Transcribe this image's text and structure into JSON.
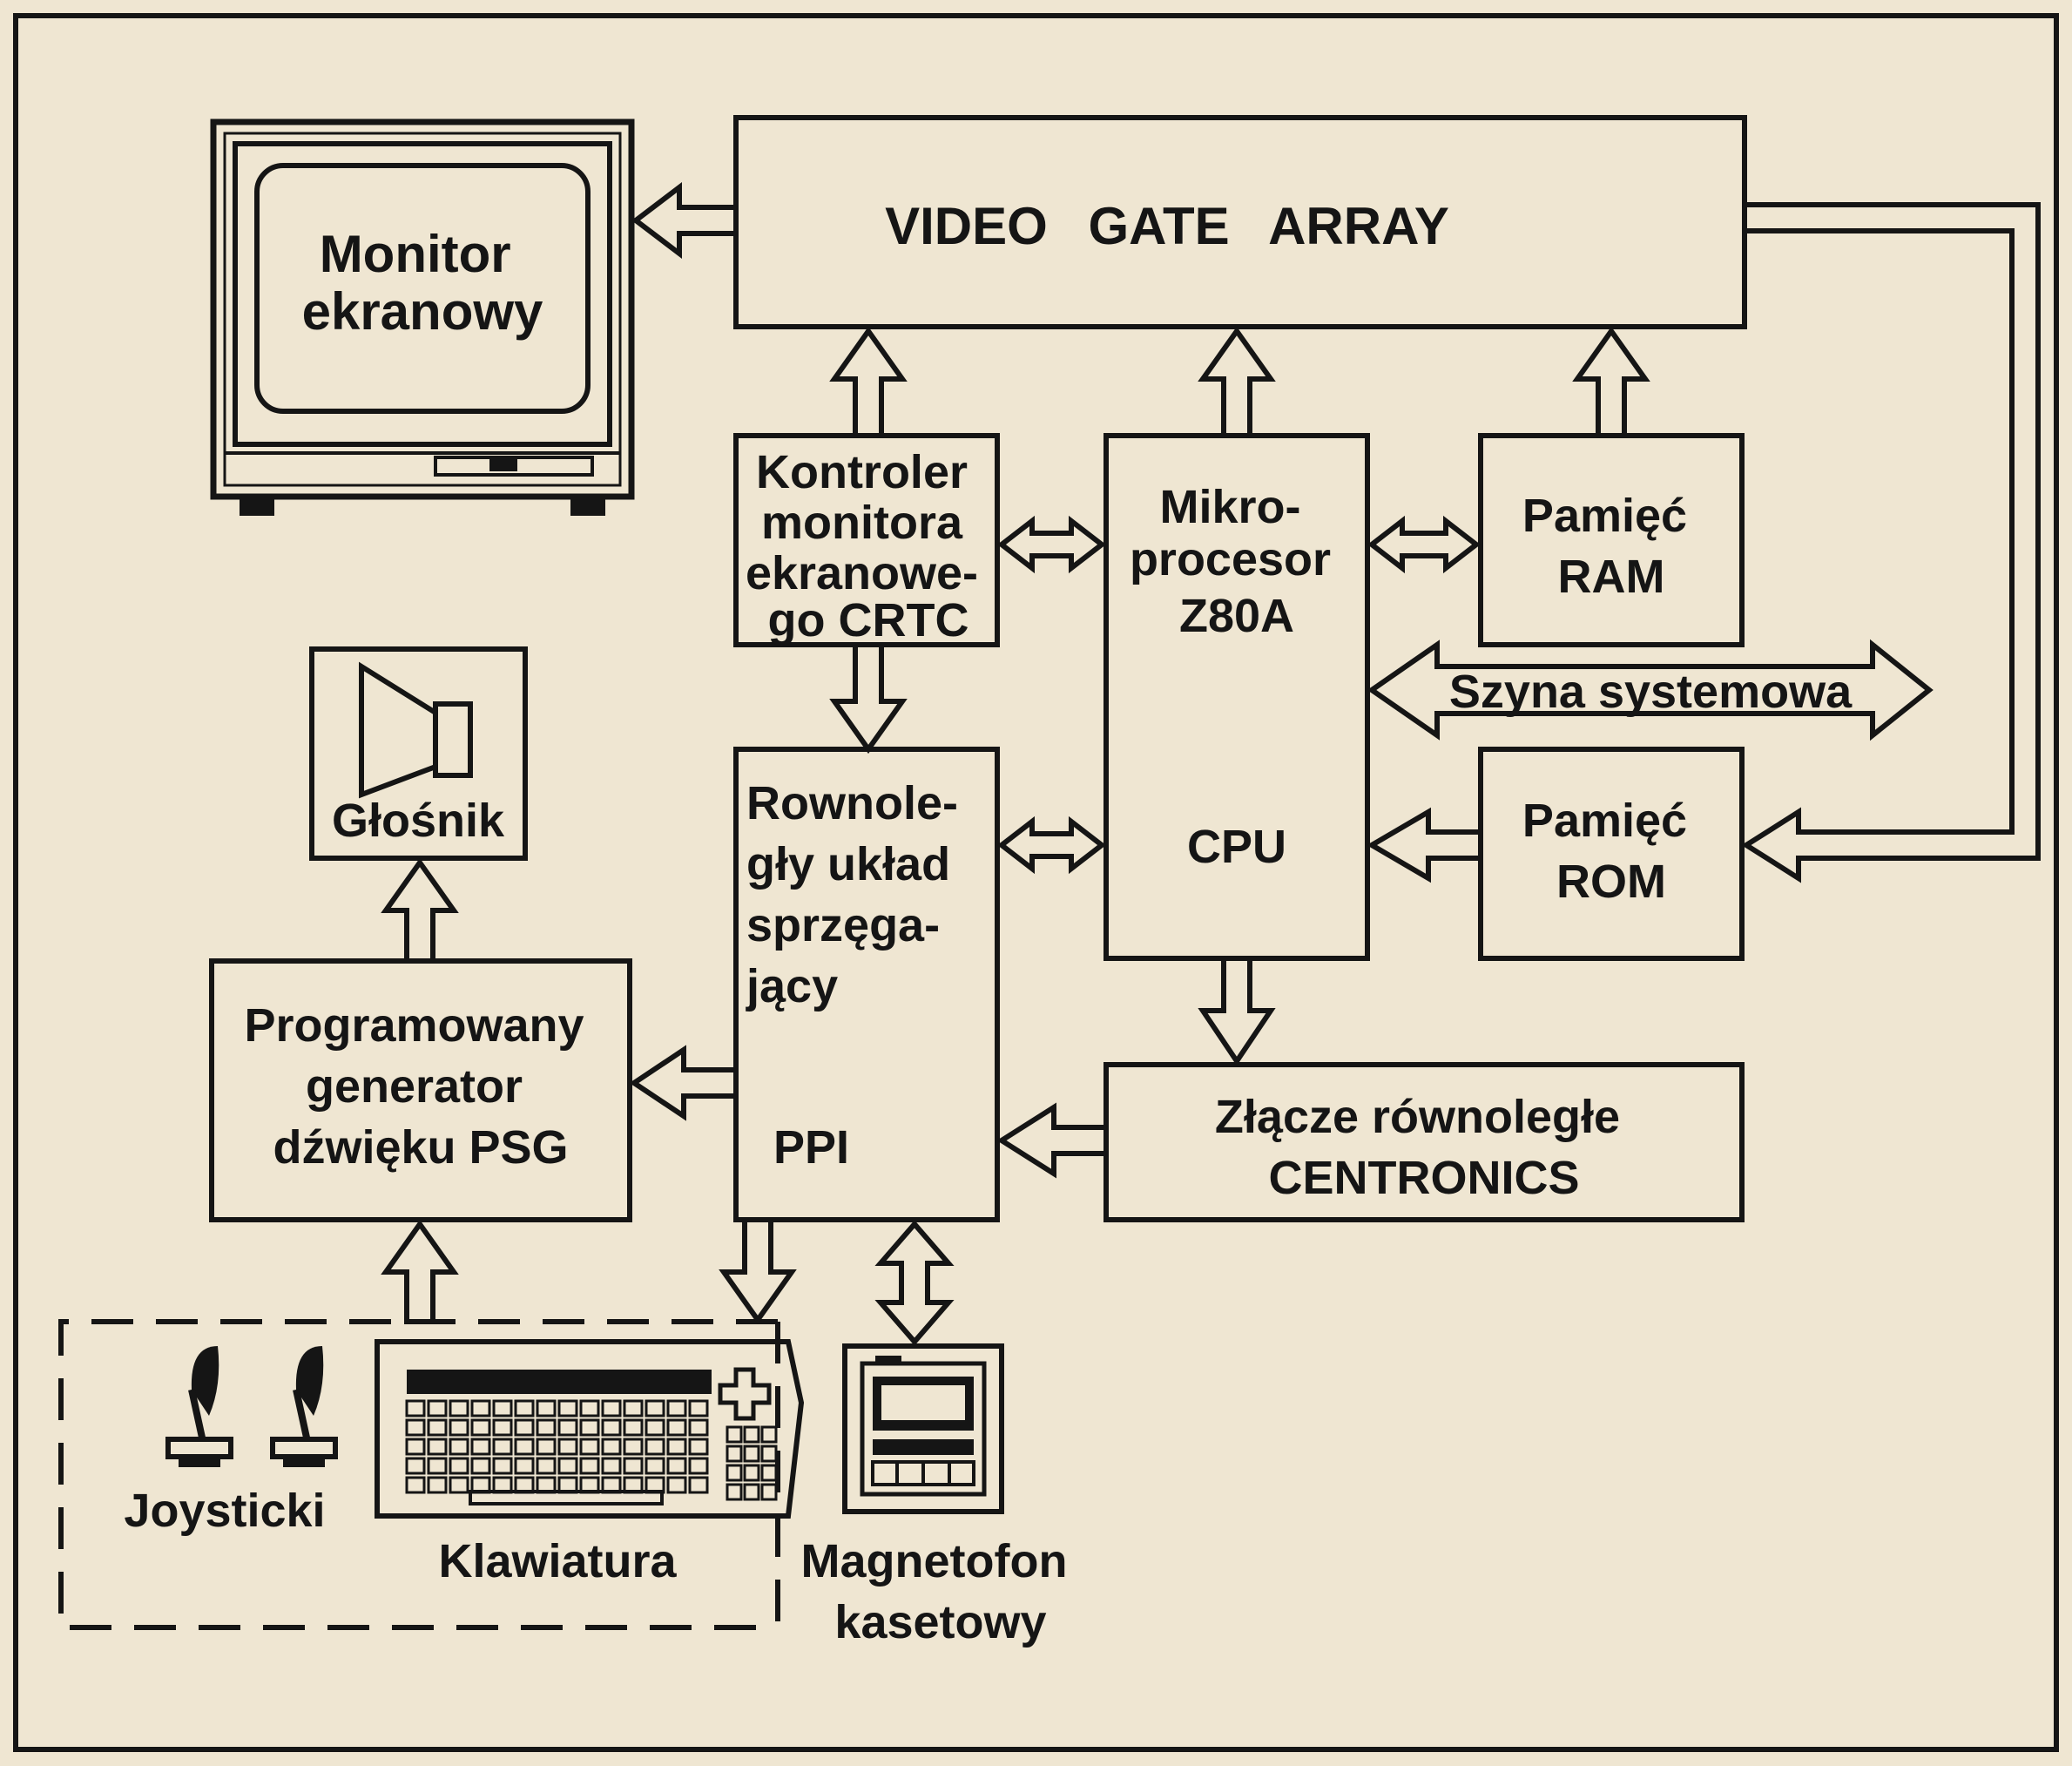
{
  "diagram": {
    "blocks": {
      "monitor": [
        "Monitor",
        "ekranowy"
      ],
      "vga": [
        "VIDEO GATE ARRAY"
      ],
      "crtc": [
        "Kontroler",
        "monitora",
        "ekranowe-",
        "go CRTC"
      ],
      "cpu_top": [
        "Mikro-",
        "procesor",
        "Z80A"
      ],
      "cpu_bottom": [
        "CPU"
      ],
      "ram": [
        "Pamięć",
        "RAM"
      ],
      "rom": [
        "Pamięć",
        "ROM"
      ],
      "bus": [
        "Szyna systemowa"
      ],
      "speaker": [
        "Głośnik"
      ],
      "ppi_top": [
        "Rownole-",
        "gły układ",
        "sprzęga-",
        "jący"
      ],
      "ppi_bottom": [
        "PPI"
      ],
      "psg": [
        "Programowany",
        "generator",
        "dźwięku PSG"
      ],
      "centronics": [
        "Złącze równoległe",
        "CENTRONICS"
      ],
      "joysticks": [
        "Joysticki"
      ],
      "keyboard": [
        "Klawiatura"
      ],
      "tape": [
        "Magnetofon",
        "kasetowy"
      ]
    }
  }
}
